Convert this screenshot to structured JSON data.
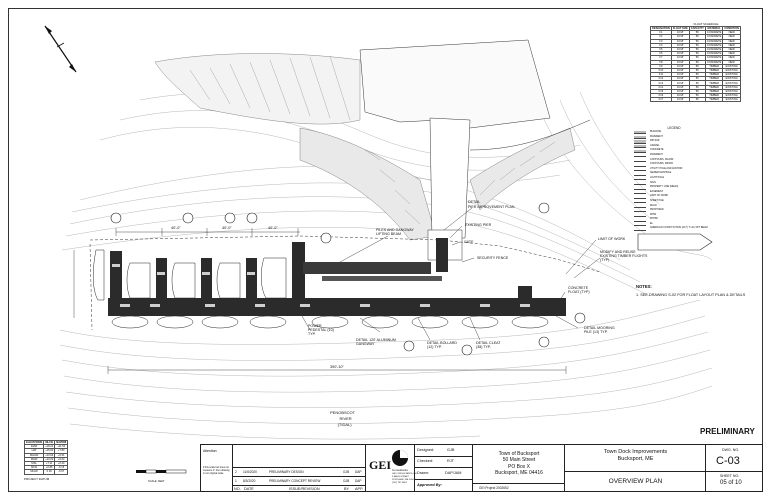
{
  "drawing": {
    "preliminary_stamp": "PRELIMINARY",
    "river_label": [
      "PENOBSCOT",
      "RIVER",
      "(TIDAL)"
    ],
    "dimension_labels": [
      "40'-0\"",
      "40'-0\"",
      "40'-0\"",
      "390'-10\""
    ],
    "callouts": [
      "DETAIL",
      "PIER IMPROVEMENT PLAN",
      "PILES AND GANGWAY LIFTING BEAM",
      "EXISTING PIER",
      "GATE",
      "SECURITY FENCE",
      "LIMIT OF WORK",
      "MODIFY AND REUSE EXISTING TIMBER FLIGHTS (TYP)",
      "CONCRETE FLOAT (TYP)",
      "POWER PEDESTAL (10) TYP.",
      "DETAIL 120' ALUMINUM GANGWAY",
      "DETAIL BOLLARD (12) TYP.",
      "DETAIL CLEAT (38) TYP.",
      "DETAIL MOORING PILE (13) TYP."
    ],
    "notes_title": "NOTES:",
    "notes": [
      "1.  SEE DRAWING S-02 FOR FLOAT LAYOUT PLAN & DETAILS"
    ]
  },
  "float_schedule": {
    "title": "FLOAT SCHEDULE",
    "headers": [
      "DESIGNATION",
      "FLOAT SIZE",
      "CAPACITY",
      "MATERIAL",
      "CONDITION"
    ],
    "rows": [
      [
        "F1",
        "10'x8'",
        "5K",
        "CONCRETE",
        "NEW"
      ],
      [
        "F2",
        "10'x8'",
        "5K",
        "CONCRETE",
        "NEW"
      ],
      [
        "F3",
        "10'x8'",
        "5K",
        "CONCRETE",
        "NEW"
      ],
      [
        "F4",
        "10'x8'",
        "5K",
        "CONCRETE",
        "NEW"
      ],
      [
        "F5",
        "10'x8'",
        "5K",
        "CONCRETE",
        "NEW"
      ],
      [
        "F6",
        "10'x8'",
        "5K",
        "CONCRETE",
        "NEW"
      ],
      [
        "F7",
        "10'x8'",
        "5K",
        "CONCRETE",
        "NEW"
      ],
      [
        "F8",
        "10'x8'",
        "5K",
        "CONCRETE",
        "NEW"
      ],
      [
        "F9",
        "10'x8'",
        "5K",
        "TIMBER",
        "EXISTING"
      ],
      [
        "F10",
        "10'x8'",
        "5K",
        "TIMBER",
        "EXISTING"
      ],
      [
        "F11",
        "10'x8'",
        "5K",
        "TIMBER",
        "EXISTING"
      ],
      [
        "F12",
        "10'x8'",
        "5K",
        "TIMBER",
        "EXISTING"
      ],
      [
        "F13",
        "10'x8'",
        "5K",
        "TIMBER",
        "EXISTING"
      ],
      [
        "F14",
        "10'x8'",
        "5K",
        "TIMBER",
        "EXISTING"
      ],
      [
        "F15",
        "10'x8'",
        "5K",
        "TIMBER",
        "EXISTING"
      ],
      [
        "F16",
        "10'x8'",
        "5K",
        "TIMBER",
        "EXISTING"
      ],
      [
        "F17",
        "10'x8'",
        "5K",
        "TIMBER",
        "EXISTING"
      ]
    ]
  },
  "legend": {
    "title": "LEGEND",
    "items": [
      "BUILDING",
      "PAVEMENT",
      "RIP RAP",
      "GRAVEL",
      "CONCRETE",
      "PAVEMENT",
      "CONTOURS, MAJOR",
      "CONTOURS, MINOR",
      "UTILITY POLE AND ANCHOR",
      "SEWER MANHOLE",
      "LIGHT POLE",
      "SIGN",
      "PROPERTY LINE (MEAN)",
      "EASEMENT",
      "LIMIT OF WORK",
      "SHEET PILE",
      "MLLW",
      "PROPOSED",
      "MHW",
      "MHHW",
      "EL",
      "AMERICAN CONSTITUTION (217') T LIN, 69'T BEAM"
    ]
  },
  "elevations": {
    "headers": [
      "ELEVATIONS",
      "MLLW",
      "NAVD88"
    ],
    "rows": [
      [
        "EHW",
        "+18.24",
        "+11.53"
      ],
      [
        "HAT",
        "+15.60",
        "+7.80"
      ],
      [
        "MHHW",
        "+13.66",
        "+6.51"
      ],
      [
        "MHW",
        "+13.20",
        "+6.04"
      ],
      [
        "MSL",
        "+7.11",
        "+0.20"
      ],
      [
        "MLW",
        "+0.86",
        "-6.15"
      ],
      [
        "MLLW",
        "0.00",
        "-6.57"
      ]
    ],
    "datum_note": "PROJECT DATUM"
  },
  "scale": {
    "attention_label": "Attention:",
    "attention_note": "If this scale bar does not measure 1\" then drawing is not original scale.",
    "label": "SCALE: FEET",
    "marks": [
      "0",
      "50",
      "100"
    ]
  },
  "revisions": {
    "rows": [
      {
        "no": "2",
        "date": "11/6/2020",
        "issue": "PRELIMINARY DESIGN",
        "by": "GJB",
        "app": "DAP"
      },
      {
        "no": "1",
        "date": "8/3/2020",
        "issue": "PRELIMINARY CONCEPT REVIEW",
        "by": "GJB",
        "app": "DAP"
      }
    ],
    "headers": {
      "no": "NO.",
      "date": "DATE",
      "issue": "ISSUE/REVISION",
      "by": "BY",
      "app": "APP."
    }
  },
  "firm": {
    "logo": "GEI",
    "name": "Consultants",
    "address_lines": [
      "GEI CONSULTANTS, INC.",
      "5 BAUS STREET",
      "PORTLAND, ME 04101",
      "(207) 797-8901"
    ]
  },
  "signoff": {
    "designed_label": "Designed:",
    "designed": "GJB",
    "checked_label": "Checked:",
    "checked": "RJT",
    "drawn_label": "Drawn:",
    "drawn": "DAP/JAM",
    "approved_label": "Approved By:"
  },
  "client": {
    "lines": [
      "Town of Bucksport",
      "50 Main Street",
      "PO Box X",
      "Bucksport, ME 04416"
    ],
    "project_no": "GEI Project 2002652"
  },
  "project": {
    "title_lines": [
      "Town Dock Improvements",
      "Bucksport, ME"
    ],
    "sheet_title": "OVERVIEW PLAN"
  },
  "sheet": {
    "dwg_label": "DWG. NO.",
    "dwg_no": "C-03",
    "sheet_label": "SHEET NO.",
    "sheet_no": "05 of 10"
  },
  "colors": {
    "linework": "#222222",
    "pier": "#2b2b2b",
    "slope": "#666666",
    "contour": "#9a9a9a"
  }
}
